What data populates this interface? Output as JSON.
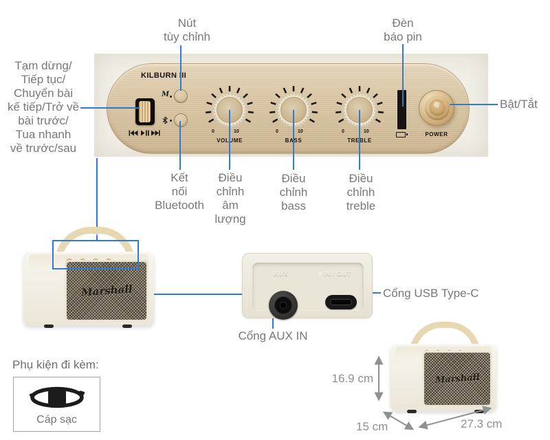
{
  "colors": {
    "accent_blue": "#2e7bd0",
    "label_gray": "#77787b",
    "panel_gold": "#d6c2a0",
    "dimension_gray": "#8f9092"
  },
  "panel": {
    "brand": "KILBURN III",
    "m_label": "M",
    "knobs": [
      {
        "caption": "VOLUME",
        "min": "0",
        "max": "10"
      },
      {
        "caption": "BASS",
        "min": "0",
        "max": "10"
      },
      {
        "caption": "TREBLE",
        "min": "0",
        "max": "10"
      }
    ],
    "power_caption": "POWER"
  },
  "callouts": {
    "custom_button": "Nút\ntùy chỉnh",
    "battery_indicator": "Đèn\nbáo pin",
    "media_controls": "Tạm dừng/\nTiếp tục/\nChuyển bài\nkế tiếp/Trở về\nbài trước/\nTua nhanh\nvề trước/sau",
    "power_switch": "Bật/Tắt",
    "bluetooth": "Kết\nnối\nBluetooth",
    "volume": "Điều\nchỉnh\nâm\nlượng",
    "bass": "Điều\nchỉnh\nbass",
    "treble": "Điều\nchỉnh\ntreble",
    "usb_port": "Cổng USB Type-C",
    "aux_port": "Cổng AUX IN"
  },
  "ports": {
    "aux_embossed": "AUX",
    "usb_embossed": "IN / OUT"
  },
  "speaker": {
    "logo": "Marshall"
  },
  "accessories": {
    "heading": "Phụ kiện đi kèm:",
    "item": "Cáp sạc"
  },
  "dimensions": {
    "height": "16.9 cm",
    "depth": "15 cm",
    "width": "27.3 cm"
  },
  "icons": {
    "transport": "previous-playpause-next",
    "bluetooth": "bluetooth",
    "battery": "battery",
    "lightning": "lightning-bolt"
  }
}
